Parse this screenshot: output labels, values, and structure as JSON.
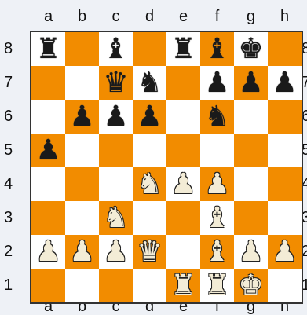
{
  "files": [
    "a",
    "b",
    "c",
    "d",
    "e",
    "f",
    "g",
    "h"
  ],
  "ranks": [
    "8",
    "7",
    "6",
    "5",
    "4",
    "3",
    "2",
    "1"
  ],
  "colors": {
    "light_square": "#ffffff",
    "dark_square": "#f28c00"
  },
  "pieces": [
    {
      "square": "a8",
      "color": "black",
      "type": "rook",
      "glyph": "♜"
    },
    {
      "square": "c8",
      "color": "black",
      "type": "bishop",
      "glyph": "♝"
    },
    {
      "square": "e8",
      "color": "black",
      "type": "rook",
      "glyph": "♜"
    },
    {
      "square": "f8",
      "color": "black",
      "type": "bishop",
      "glyph": "♝"
    },
    {
      "square": "g8",
      "color": "black",
      "type": "king",
      "glyph": "♚"
    },
    {
      "square": "c7",
      "color": "black",
      "type": "queen",
      "glyph": "♛"
    },
    {
      "square": "d7",
      "color": "black",
      "type": "knight",
      "glyph": "♞"
    },
    {
      "square": "f7",
      "color": "black",
      "type": "pawn",
      "glyph": "♟"
    },
    {
      "square": "g7",
      "color": "black",
      "type": "pawn",
      "glyph": "♟"
    },
    {
      "square": "h7",
      "color": "black",
      "type": "pawn",
      "glyph": "♟"
    },
    {
      "square": "b6",
      "color": "black",
      "type": "pawn",
      "glyph": "♟"
    },
    {
      "square": "c6",
      "color": "black",
      "type": "pawn",
      "glyph": "♟"
    },
    {
      "square": "d6",
      "color": "black",
      "type": "pawn",
      "glyph": "♟"
    },
    {
      "square": "f6",
      "color": "black",
      "type": "knight",
      "glyph": "♞"
    },
    {
      "square": "a5",
      "color": "black",
      "type": "pawn",
      "glyph": "♟"
    },
    {
      "square": "d4",
      "color": "white",
      "type": "knight",
      "glyph": "♞"
    },
    {
      "square": "e4",
      "color": "white",
      "type": "pawn",
      "glyph": "♟"
    },
    {
      "square": "f4",
      "color": "white",
      "type": "pawn",
      "glyph": "♟"
    },
    {
      "square": "c3",
      "color": "white",
      "type": "knight",
      "glyph": "♞"
    },
    {
      "square": "f3",
      "color": "white",
      "type": "bishop",
      "glyph": "♝"
    },
    {
      "square": "a2",
      "color": "white",
      "type": "pawn",
      "glyph": "♟"
    },
    {
      "square": "b2",
      "color": "white",
      "type": "pawn",
      "glyph": "♟"
    },
    {
      "square": "c2",
      "color": "white",
      "type": "pawn",
      "glyph": "♟"
    },
    {
      "square": "d2",
      "color": "white",
      "type": "queen",
      "glyph": "♛"
    },
    {
      "square": "f2",
      "color": "white",
      "type": "bishop",
      "glyph": "♝"
    },
    {
      "square": "g2",
      "color": "white",
      "type": "pawn",
      "glyph": "♟"
    },
    {
      "square": "h2",
      "color": "white",
      "type": "pawn",
      "glyph": "♟"
    },
    {
      "square": "e1",
      "color": "white",
      "type": "rook",
      "glyph": "♜"
    },
    {
      "square": "f1",
      "color": "white",
      "type": "rook",
      "glyph": "♜"
    },
    {
      "square": "g1",
      "color": "white",
      "type": "king",
      "glyph": "♚"
    }
  ]
}
